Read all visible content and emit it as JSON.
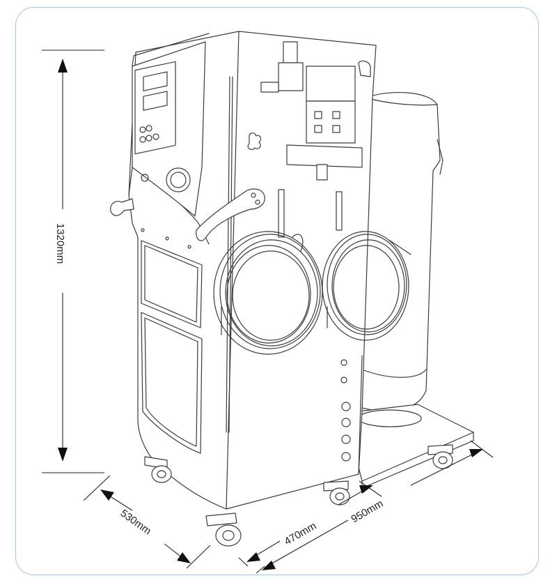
{
  "colors": {
    "frame_border": "#a9c4dd",
    "line": "#3a3a3a",
    "dimension": "#222222"
  },
  "dimensions": {
    "height": "1320mm",
    "depth": "530mm",
    "base_width": "470mm",
    "total_width": "950mm"
  }
}
